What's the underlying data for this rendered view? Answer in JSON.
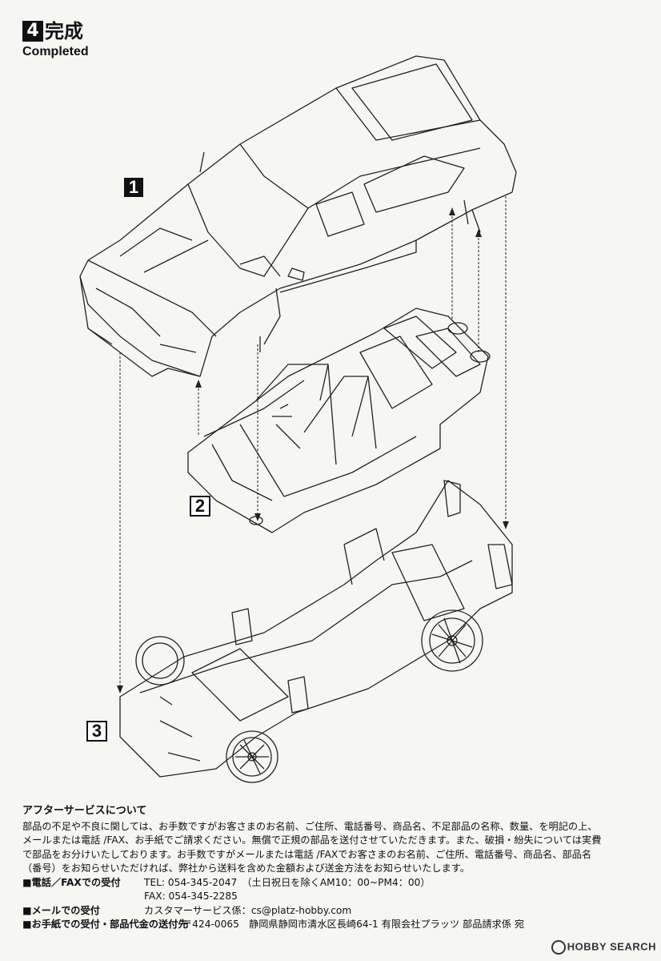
{
  "step": {
    "number": "4",
    "title": "完成",
    "subtitle": "Completed"
  },
  "parts": [
    {
      "label": "1",
      "name": "body"
    },
    {
      "label": "2",
      "name": "interior"
    },
    {
      "label": "3",
      "name": "chassis"
    }
  ],
  "after_service": {
    "title": "アフターサービスについて",
    "lines": [
      "部品の不足や不良に関しては、お手数ですがお客さまのお名前、ご住所、電話番号、商品名、不足部品の名称、数量、を明記の上、",
      "メールまたは電話 /FAX、お手紙でご請求ください。無償で正規の部品を送付させていただきます。また、破損・紛失については実費",
      "で部品をお分けいたしております。お手数ですがメールまたは電話 /FAXでお客さまのお名前、ご住所、電話番号、商品名、部品名",
      "（番号）をお知らせいただければ、弊社から送料を含めた金額および送金方法をお知らせいたします。"
    ],
    "contacts": [
      {
        "key": "■電話／FAXでの受付",
        "value": "TEL: 054-345-2047　（土日祝日を除くAM10：00~PM4：00）"
      },
      {
        "key": "",
        "value": "FAX: 054-345-2285"
      },
      {
        "key": "■メールでの受付",
        "value": "カスタマーサービス係：cs@platz-hobby.com"
      },
      {
        "key": "■お手紙での受付・部品代金の送付先",
        "value": "〒424-0065　静岡県静岡市清水区長崎64-1 有限会社プラッツ 部品請求係 宛"
      }
    ]
  },
  "watermark": "HOBBY SEARCH"
}
